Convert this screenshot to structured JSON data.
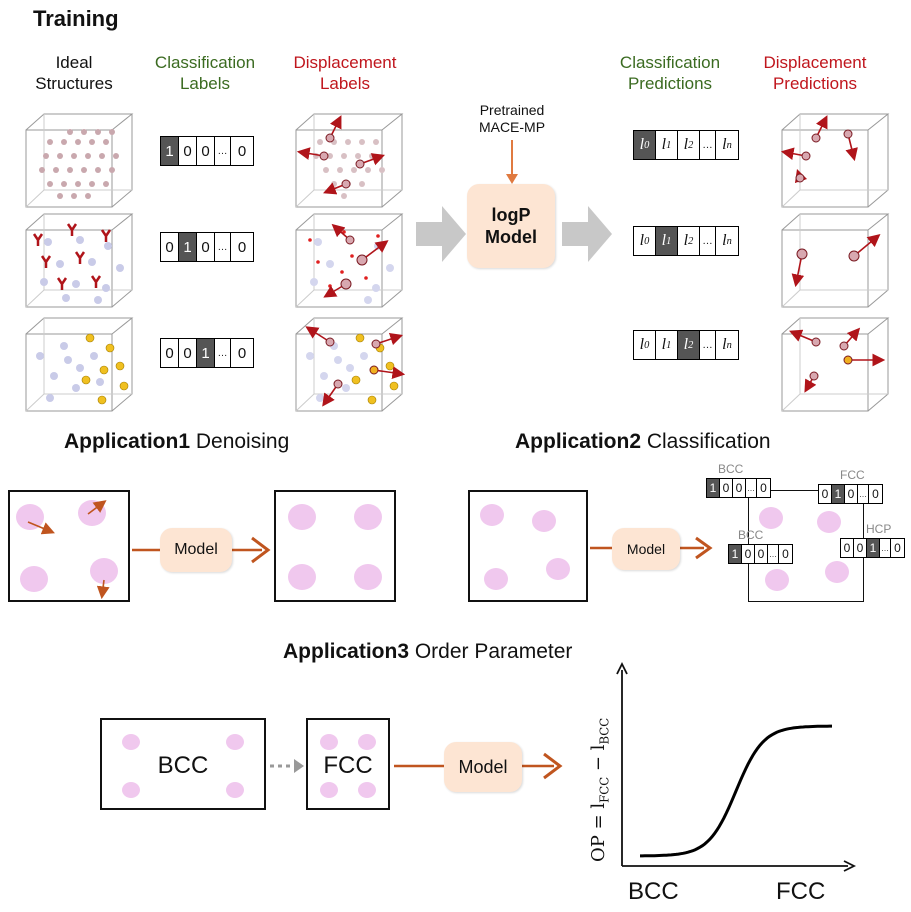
{
  "training": {
    "title": "Training",
    "col_ideal": [
      "Ideal",
      "Structures"
    ],
    "col_class_labels": [
      "Classification",
      "Labels"
    ],
    "col_disp_labels": [
      "Displacement",
      "Labels"
    ],
    "col_class_pred": [
      "Classification",
      "Predictions"
    ],
    "col_disp_pred": [
      "Displacement",
      "Predictions"
    ],
    "pretrained": [
      "Pretrained",
      "MACE-MP"
    ],
    "model_label": [
      "logP",
      "Model"
    ],
    "label_vectors": [
      [
        "1",
        "0",
        "0",
        "…",
        "0"
      ],
      [
        "0",
        "1",
        "0",
        "…",
        "0"
      ],
      [
        "0",
        "0",
        "1",
        "…",
        "0"
      ]
    ],
    "pred_vector_symbols": [
      "l",
      "l",
      "l",
      "…",
      "l"
    ],
    "pred_vector_subs": [
      "0",
      "1",
      "2",
      "",
      "n"
    ]
  },
  "app1": {
    "title_bold": "Application1",
    "title_rest": " Denoising",
    "model": "Model"
  },
  "app2": {
    "title_bold": "Application2",
    "title_rest": " Classification",
    "model": "Model",
    "tags": [
      "BCC",
      "FCC",
      "BCC",
      "HCP"
    ],
    "vectors": [
      [
        "1",
        "0",
        "0",
        "…",
        "0"
      ],
      [
        "0",
        "1",
        "0",
        "…",
        "0"
      ],
      [
        "1",
        "0",
        "0",
        "…",
        "0"
      ],
      [
        "0",
        "0",
        "1",
        "…",
        "0"
      ]
    ]
  },
  "app3": {
    "title_bold": "Application3",
    "title_rest": " Order Parameter",
    "box1": "BCC",
    "box2": "FCC",
    "model": "Model",
    "ylabel": "OP = l",
    "ylabel_sub1": "FCC",
    "ylabel_mid": " − l",
    "ylabel_sub2": "BCC",
    "xticks": [
      "BCC",
      "FCC"
    ]
  },
  "colors": {
    "green": "#3b6b21",
    "red": "#c0161d",
    "model_fill": "#fde5d3",
    "arrow": "#c0551f",
    "atom": "#f0c8ee"
  }
}
